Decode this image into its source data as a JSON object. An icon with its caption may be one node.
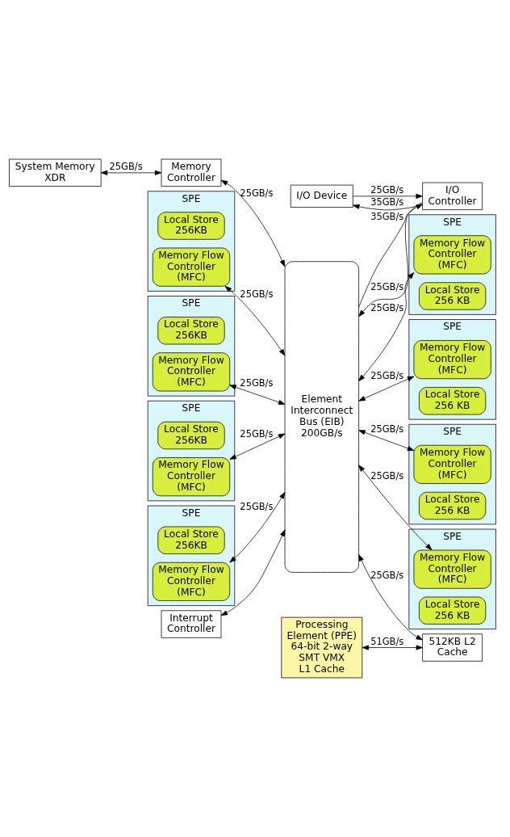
{
  "diagram": {
    "nodes": [
      {
        "text": [
          "System Memory XDR"
        ]
      },
      {
        "text": [
          "I/O Device"
        ]
      },
      {
        "text": [
          "Memory Controller"
        ]
      },
      {
        "text": [
          "I/O Controller"
        ]
      },
      {
        "text": [
          "Element Interconnect Bus (EIB) 200GB/s"
        ]
      },
      {
        "text": [
          "SPE"
        ]
      },
      {
        "text": [
          "Local Store 256KB"
        ],
        "in": 5
      },
      {
        "text": [
          "Memory Flow Controller (MFC)"
        ],
        "in": 5
      },
      {
        "text": [
          "SPE"
        ]
      },
      {
        "text": [
          "Local Store 256KB"
        ],
        "in": 8
      },
      {
        "text": [
          "Memory Flow Controller (MFC)"
        ],
        "in": 8
      },
      {
        "text": [
          "SPE"
        ]
      },
      {
        "text": [
          "Local Store 256KB"
        ],
        "in": 11
      },
      {
        "text": [
          "Memory Flow Controller (MFC)"
        ],
        "in": 11
      },
      {
        "text": [
          "SPE"
        ]
      },
      {
        "text": [
          "Local Store 256KB"
        ],
        "in": 14
      },
      {
        "text": [
          "Memory Flow Controller (MFC)"
        ],
        "in": 14
      },
      {
        "text": [
          "SPE"
        ]
      },
      {
        "text": [
          "Memory Flow Controller (MFC)"
        ],
        "in": 17
      },
      {
        "text": [
          "Local Store 256 KB"
        ],
        "in": 17
      },
      {
        "text": [
          "SPE"
        ]
      },
      {
        "text": [
          "Memory Flow Controller (MFC)"
        ],
        "in": 20
      },
      {
        "text": [
          "Local Store 256 KB"
        ],
        "in": 20
      },
      {
        "text": [
          "SPE"
        ]
      },
      {
        "text": [
          "Memory Flow Controller (MFC)"
        ],
        "in": 23
      },
      {
        "text": [
          "Local Store 256 KB"
        ],
        "in": 23
      },
      {
        "text": [
          "SPE"
        ]
      },
      {
        "text": [
          "Memory Flow Controller (MFC)"
        ],
        "in": 26
      },
      {
        "text": [
          "Local Store 256 KB"
        ],
        "in": 26
      },
      {
        "text": [
          "Interrupt Controller"
        ]
      },
      {
        "text": [
          "Processing Element (PPE)",
          "64-bit 2-way SMT VMX",
          "L1 Cache"
        ]
      },
      {
        "text": [
          "512KB L2 Cache"
        ]
      }
    ],
    "edges": [
      {
        "from": 0,
        "to": 2,
        "arrow": "both",
        "label": "25GB/s"
      },
      {
        "from": 2,
        "to": 4,
        "arrow": "both",
        "label": "25GB/s"
      },
      {
        "from": 4,
        "to": 3,
        "arrow": "to",
        "label": "35GB/s"
      },
      {
        "from": 3,
        "to": 4,
        "arrow": "to",
        "label": "25GB/s"
      },
      {
        "from": 1,
        "to": 3,
        "arrow": "to",
        "label": "25GB/s"
      },
      {
        "from": 3,
        "to": 1,
        "arrow": "to",
        "label": "35GB/s"
      },
      {
        "from": 7,
        "to": 4,
        "arrow": "both",
        "label": "25GB/s"
      },
      {
        "from": 10,
        "to": 4,
        "arrow": "both",
        "label": "25GB/s"
      },
      {
        "from": 13,
        "to": 4,
        "arrow": "both",
        "label": "25GB/s"
      },
      {
        "from": 16,
        "to": 4,
        "arrow": "both",
        "label": "25GB/s"
      },
      {
        "from": 4,
        "to": 18,
        "arrow": "both",
        "label": "25GB/s"
      },
      {
        "from": 4,
        "to": 21,
        "arrow": "both",
        "label": "25GB/s"
      },
      {
        "from": 4,
        "to": 24,
        "arrow": "both",
        "label": "25GB/s"
      },
      {
        "from": 4,
        "to": 27,
        "arrow": "both",
        "label": "25GB/s"
      },
      {
        "from": 29,
        "to": 4,
        "arrow": "both"
      },
      {
        "from": 4,
        "to": 31,
        "arrow": "both",
        "label": "25GB/s"
      },
      {
        "from": 30,
        "to": 31,
        "arrow": "both",
        "label": "51GB/s"
      }
    ]
  }
}
